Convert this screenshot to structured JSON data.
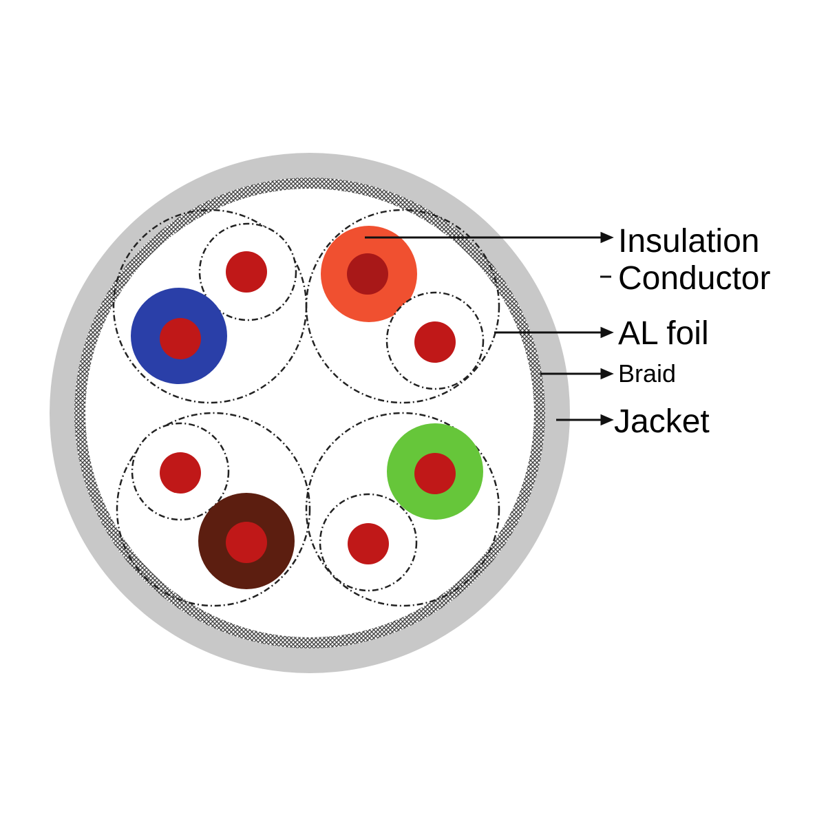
{
  "diagram": {
    "labels": {
      "insulation": "Insulation",
      "conductor": "Conductor",
      "foil": "AL foil",
      "braid": "Braid",
      "jacket": "Jacket"
    },
    "colors": {
      "background": "#ffffff",
      "jacket": "#c8c8c8",
      "braid": "#555555",
      "conductor": "#c01818",
      "blue_insulation": "#2a3fa8",
      "orange_insulation": "#f05030",
      "brown_insulation": "#5c1e10",
      "green_insulation": "#66c63a",
      "line": "#111111"
    }
  }
}
